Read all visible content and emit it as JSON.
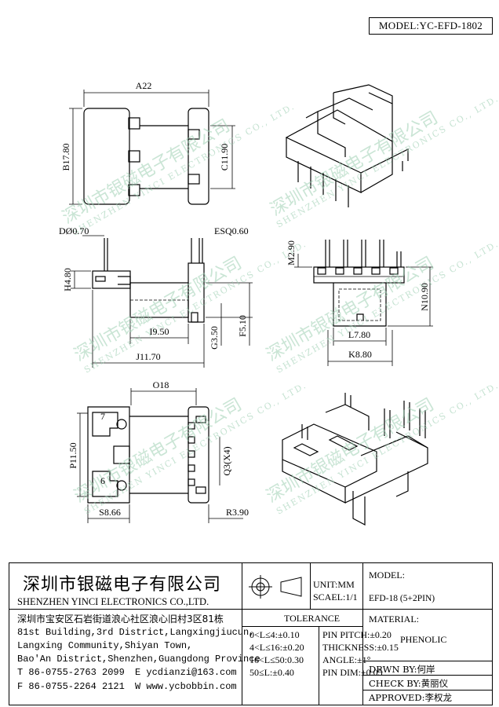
{
  "header": {
    "model": "MODEL:YC-EFD-1802"
  },
  "dimensions": {
    "a22": "A22",
    "b17_80": "B17.80",
    "c11_90": "C11.90",
    "d_pin": "DØ0.70",
    "e_spacing": "ESQ0.60",
    "h4_80": "H4.80",
    "i9_50": "I9.50",
    "g3_50": "G3.50",
    "f5_10": "F5.10",
    "j11_70": "J11.70",
    "m2_90": "M2.90",
    "n10_90": "N10.90",
    "l7_80": "L7.80",
    "k8_80": "K8.80",
    "o18": "O18",
    "p11_50": "P11.50",
    "q3_x4": "Q3(X4)",
    "s8_66": "S8.66",
    "r3_90": "R3.90",
    "pin7": "7",
    "pin6": "6"
  },
  "watermark": {
    "cn": "深圳市银磁电子有限公司",
    "en": "SHENZHEN YINCI ELECTRONICS CO., LTD."
  },
  "title_block": {
    "company_cn": "深圳市银磁电子有限公司",
    "company_en": "SHENZHEN YINCI ELECTRONICS CO.,LTD.",
    "address_cn": "深圳市宝安区石岩街道浪心社区浪心旧村3区81栋",
    "address_en_1": "81st Building,3rd District,Langxingjiucun,",
    "address_en_2": "Langxing Community,Shiyan Town,",
    "address_en_3": "Bao'An District,Shenzhen,Guangdong Province",
    "tel": "T 86-0755-2763 2099",
    "email": "E ycdianzi@163.com",
    "fax": "F 86-0755-2264 2121",
    "web": "W www.ycbobbin.com",
    "unit": "UNIT:MM",
    "scale": "SCAEL:1/1",
    "model_label": "MODEL:",
    "model_value": "EFD-18 (5+2PIN)",
    "tolerance_label": "TOLERANCE",
    "tol_1": "0<L≤4:±0.10",
    "tol_2": "4<L≤16:±0.20",
    "tol_3": "16<L≤50:0.30",
    "tol_4": "50≤L:±0.40",
    "pin_pitch": "PIN PITCH:±0.20",
    "thickness": "THICKNESS:±0.15",
    "angle": "ANGLE:±1°",
    "pin_dim": "PIN DIM:±0.05",
    "material_label": "MATERIAL:",
    "material_value": "PHENOLIC",
    "drawn_by": "DRWN BY:何岸",
    "check_by": "CHECK BY:黄丽仪",
    "approved": "APPROVED:李权龙"
  }
}
